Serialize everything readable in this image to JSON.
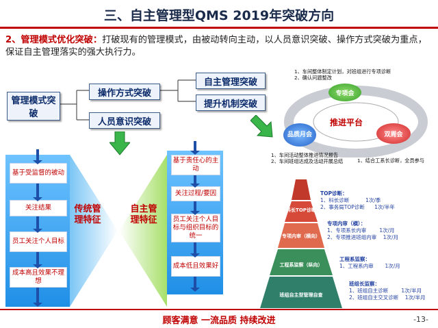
{
  "title": "三、自主管理型QMS 2019年突破方向",
  "intro": {
    "heading": "2、管理模式优化突破：",
    "text": "打破现有的管理模式，由被动转向主动，以人员意识突破、操作方式突破为重点，保证自主管理落实的强大执行力。"
  },
  "tree": {
    "root": "管理模式突破",
    "mid_a": "操作方式突破",
    "mid_b": "人员意识突破",
    "leaf_a": "自主管理突破",
    "leaf_b": "提升机制突破"
  },
  "left_panel": {
    "items": [
      "基于受监督的被动",
      "关注结果",
      "员工关注个人目标",
      "成本高且效果不理想"
    ],
    "label": "传统管理特征"
  },
  "right_panel": {
    "items": [
      "基于责任心的主动",
      "关注过程/要因",
      "员工关注个人目标与组织目标的统一",
      "成本低且效果好"
    ],
    "label": "自主管理特征"
  },
  "cycle": {
    "center": "推进平台",
    "top": "专项会",
    "left": "品质月会",
    "right": "双周会",
    "note_top": "1、车间整体制定计划，对班组进行专项诊断\n2、确认问题整改",
    "note_left": "1、车间活动整体推进情况报告\n2、车间班组达成及活动开展总结",
    "note_right": "1、结合工系长诊断，全员参与"
  },
  "pyramid": {
    "levels": [
      "科长TOP诊断",
      "专项内审（横向）",
      "工程系监察（纵向）",
      "班组自主型管理自查"
    ],
    "notes": [
      {
        "title": "TOP诊断：",
        "lines": [
          "1、科长诊断          1次/季",
          "2、事务局TOP诊断      1次/半年"
        ]
      },
      {
        "title": "专项内审（横）：",
        "lines": [
          "1、专项系长内审        1次/月",
          "2、专项推进班组内审    1次/月"
        ]
      },
      {
        "title": "工程系监察：",
        "lines": [
          "1、工程系内审       1次/月"
        ]
      },
      {
        "title": "班组长监察：",
        "lines": [
          "1、班组自主诊断        1次/半月",
          "2、班组自主交叉诊断    1次/半月"
        ]
      }
    ]
  },
  "footer": {
    "slogan": "顾客满意    一流品质    持续改进",
    "page": "-13-"
  }
}
